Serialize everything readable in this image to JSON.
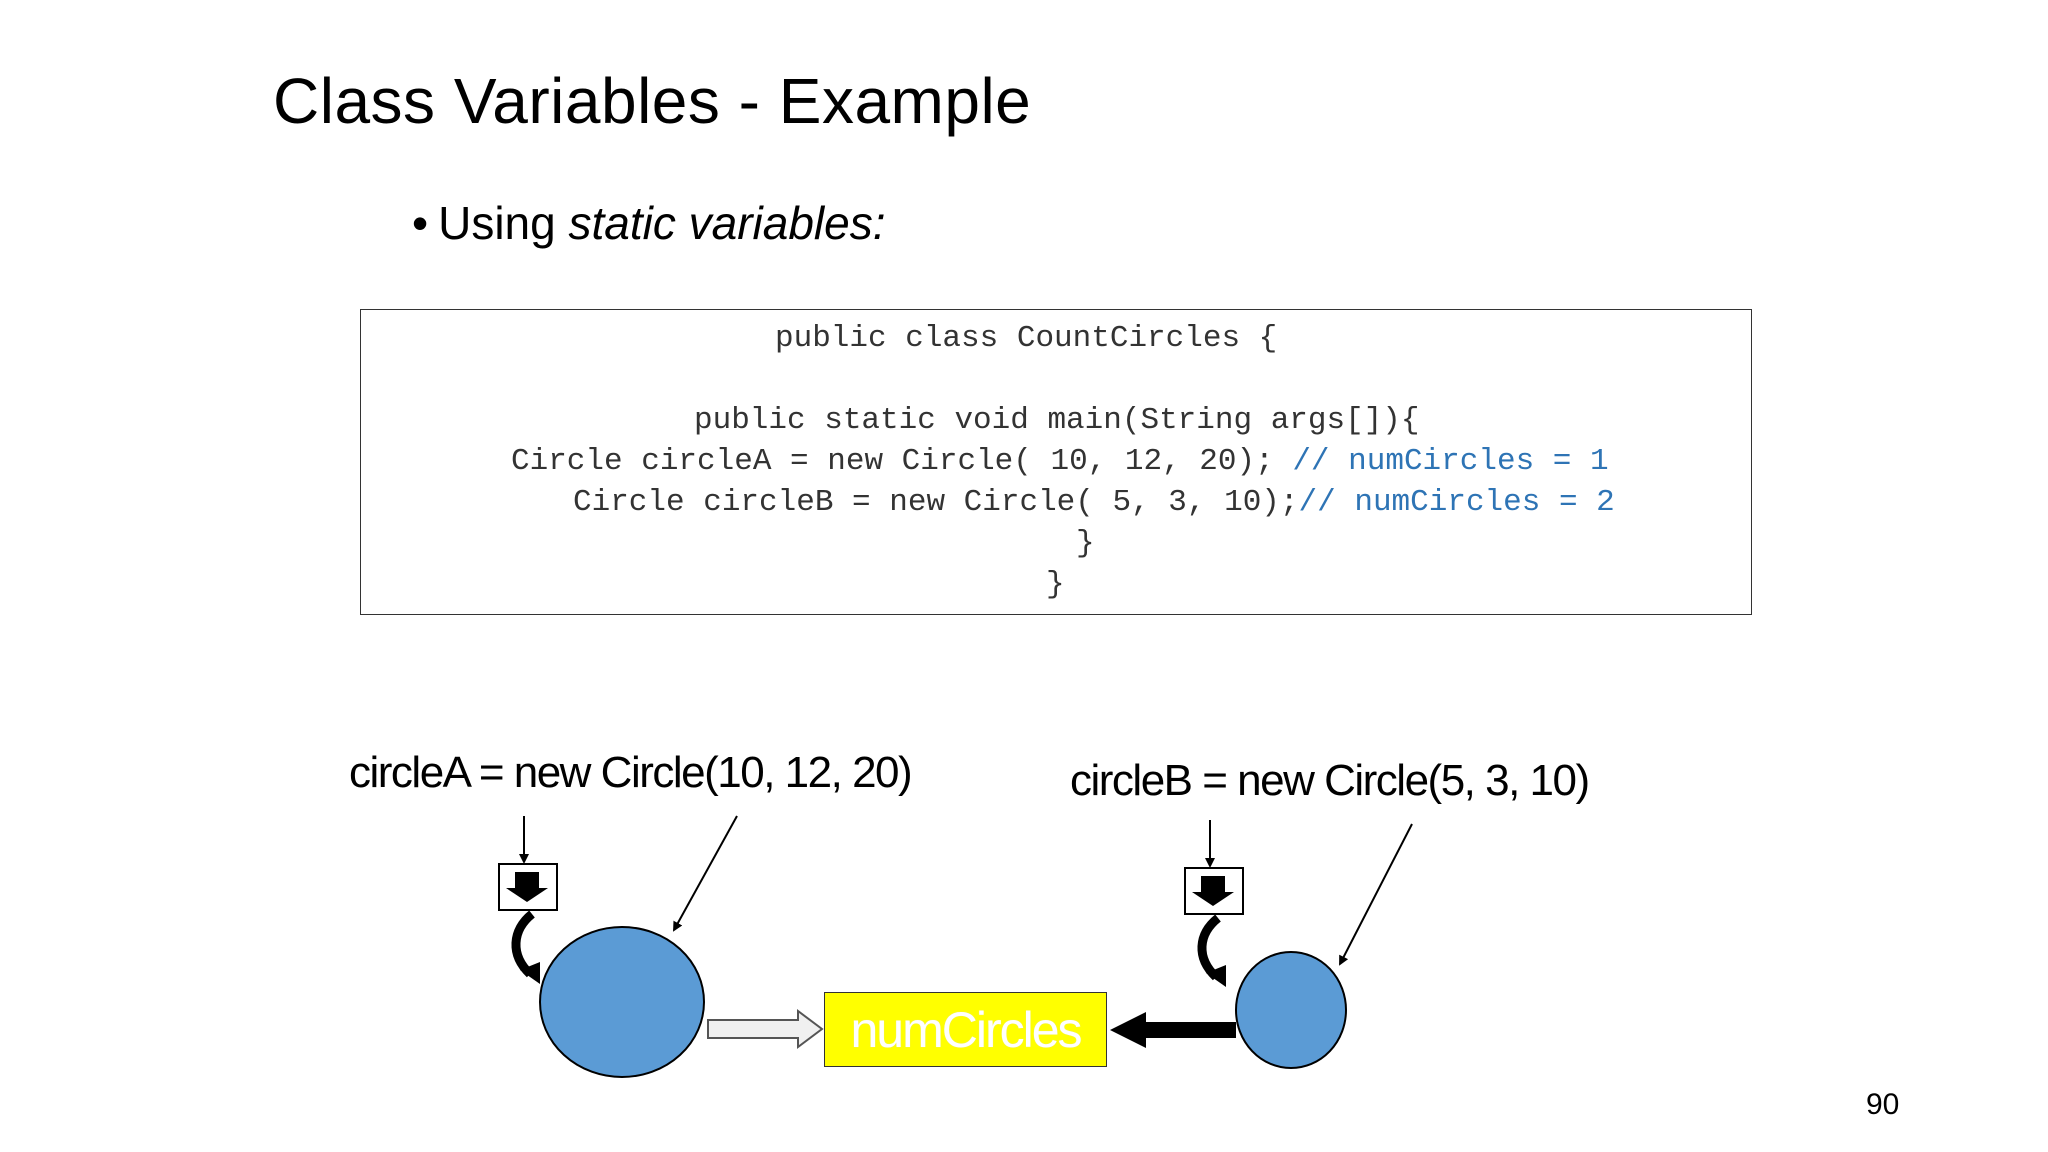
{
  "slide": {
    "title": "Class Variables - Example",
    "page_number": "90"
  },
  "bullet": {
    "marker": "•",
    "text_plain": "Using ",
    "text_italic": "static variables:"
  },
  "code": {
    "lines": [
      {
        "code": "public class CountCircles {",
        "comment": ""
      },
      {
        "code": "public static void main(String args[]){",
        "comment": ""
      },
      {
        "code": "Circle circleA = new Circle( 10, 12, 20); ",
        "comment": "// numCircles = 1"
      },
      {
        "code": "Circle circleB = new Circle( 5, 3, 10);",
        "comment": "// numCircles = 2"
      },
      {
        "code": "}",
        "comment": ""
      },
      {
        "code": "}",
        "comment": ""
      }
    ]
  },
  "diagram": {
    "label_a": "circleA = new Circle(10, 12, 20)",
    "label_b": "circleB = new Circle(5, 3, 10)",
    "shared_box": "numCircles",
    "colors": {
      "circle_fill": "#5b9bd5",
      "box_fill": "#ffff00",
      "comment": "#2e74b5"
    }
  }
}
